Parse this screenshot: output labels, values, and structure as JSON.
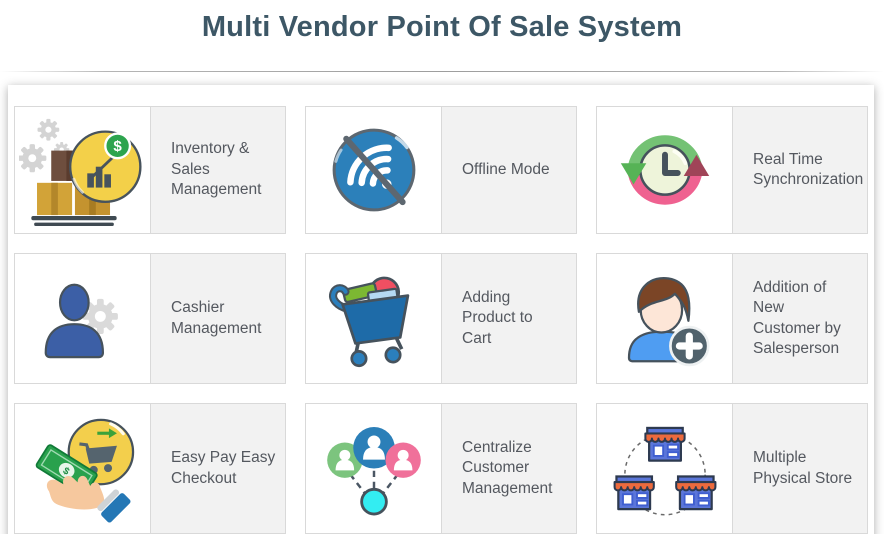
{
  "page": {
    "title": "Multi Vendor Point Of Sale System"
  },
  "features": [
    {
      "label": "Inventory & Sales\nManagement",
      "icon": "inventory-sales-icon"
    },
    {
      "label": "Offline Mode",
      "icon": "offline-wifi-icon"
    },
    {
      "label": "Real Time\nSynchronization",
      "icon": "realtime-sync-clock-icon"
    },
    {
      "label": "Cashier\nManagement",
      "icon": "cashier-user-gear-icon"
    },
    {
      "label": "Adding\nProduct to\nCart",
      "icon": "shopping-cart-products-icon"
    },
    {
      "label": "Addition of New\nCustomer by\nSalesperson",
      "icon": "add-customer-icon"
    },
    {
      "label": "Easy Pay Easy\nCheckout",
      "icon": "easy-pay-hand-money-icon"
    },
    {
      "label": "Centralize\nCustomer\nManagement",
      "icon": "customer-network-icon"
    },
    {
      "label": "Multiple\nPhysical Store",
      "icon": "multiple-store-icon"
    }
  ],
  "colors": {
    "title_text": "#3d5766",
    "card_text": "#54585f",
    "card_label_bg": "#f2f2f2",
    "card_border": "#d9d9d9",
    "accent_blue": "#2c80ba",
    "accent_green": "#7cc47e",
    "accent_pink": "#f0709a",
    "accent_yellow": "#f3d049",
    "accent_orange": "#ec6a3d",
    "dark_outline": "#46525c"
  }
}
